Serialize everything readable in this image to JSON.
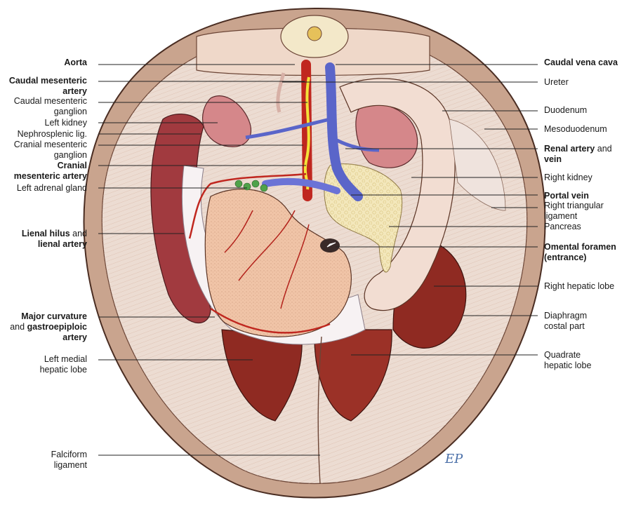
{
  "left_labels": [
    {
      "id": "aorta",
      "lines": [
        [
          {
            "t": "Aorta",
            "b": true
          }
        ]
      ]
    },
    {
      "id": "caudal-mesenteric-artery",
      "lines": [
        [
          {
            "t": "Caudal mesenteric",
            "b": true
          }
        ],
        [
          {
            "t": "artery",
            "b": true
          }
        ]
      ]
    },
    {
      "id": "caudal-mesenteric-ganglion",
      "lines": [
        [
          {
            "t": "Caudal mesenteric",
            "b": false
          }
        ],
        [
          {
            "t": "ganglion",
            "b": false
          }
        ]
      ]
    },
    {
      "id": "left-kidney",
      "lines": [
        [
          {
            "t": "Left kidney",
            "b": false
          }
        ]
      ]
    },
    {
      "id": "nephrosplenic-lig",
      "lines": [
        [
          {
            "t": "Nephrosplenic lig.",
            "b": false
          }
        ]
      ]
    },
    {
      "id": "cranial-mesenteric-ganglion",
      "lines": [
        [
          {
            "t": "Cranial mesenteric",
            "b": false
          }
        ],
        [
          {
            "t": "ganglion",
            "b": false
          }
        ]
      ]
    },
    {
      "id": "cranial-mesenteric-artery",
      "lines": [
        [
          {
            "t": "Cranial",
            "b": true
          }
        ],
        [
          {
            "t": "mesenteric artery",
            "b": true
          }
        ]
      ]
    },
    {
      "id": "left-adrenal-gland",
      "lines": [
        [
          {
            "t": "Left adrenal gland",
            "b": false
          }
        ]
      ]
    },
    {
      "id": "lienal-hilus",
      "lines": [
        [
          {
            "t": "Lienal hilus",
            "b": true
          },
          {
            "t": " and",
            "b": false
          }
        ],
        [
          {
            "t": "lienal artery",
            "b": true
          }
        ]
      ]
    },
    {
      "id": "major-curvature",
      "lines": [
        [
          {
            "t": "Major curvature",
            "b": true
          }
        ],
        [
          {
            "t": "and ",
            "b": false
          },
          {
            "t": "gastroepiploic",
            "b": true
          }
        ],
        [
          {
            "t": "artery",
            "b": true
          }
        ]
      ]
    },
    {
      "id": "left-medial-hepatic-lobe",
      "lines": [
        [
          {
            "t": "Left medial",
            "b": false
          }
        ],
        [
          {
            "t": "hepatic lobe",
            "b": false
          }
        ]
      ]
    },
    {
      "id": "falciform-ligament",
      "lines": [
        [
          {
            "t": "Falciform",
            "b": false
          }
        ],
        [
          {
            "t": "ligament",
            "b": false
          }
        ]
      ]
    }
  ],
  "right_labels": [
    {
      "id": "caudal-vena-cava",
      "lines": [
        [
          {
            "t": "Caudal vena cava",
            "b": true
          }
        ]
      ]
    },
    {
      "id": "ureter",
      "lines": [
        [
          {
            "t": "Ureter",
            "b": false
          }
        ]
      ]
    },
    {
      "id": "duodenum",
      "lines": [
        [
          {
            "t": "Duodenum",
            "b": false
          }
        ]
      ]
    },
    {
      "id": "mesoduodenum",
      "lines": [
        [
          {
            "t": "Mesoduodenum",
            "b": false
          }
        ]
      ]
    },
    {
      "id": "renal-artery-vein",
      "lines": [
        [
          {
            "t": "Renal artery",
            "b": true
          },
          {
            "t": " and",
            "b": false
          }
        ],
        [
          {
            "t": "vein",
            "b": true
          }
        ]
      ]
    },
    {
      "id": "right-kidney",
      "lines": [
        [
          {
            "t": "Right kidney",
            "b": false
          }
        ]
      ]
    },
    {
      "id": "portal-vein",
      "lines": [
        [
          {
            "t": "Portal vein",
            "b": true
          }
        ]
      ]
    },
    {
      "id": "right-triangular-ligament",
      "lines": [
        [
          {
            "t": "Right triangular",
            "b": false
          }
        ],
        [
          {
            "t": "ligament",
            "b": false
          }
        ]
      ]
    },
    {
      "id": "pancreas",
      "lines": [
        [
          {
            "t": "Pancreas",
            "b": false
          }
        ]
      ]
    },
    {
      "id": "omental-foramen",
      "lines": [
        [
          {
            "t": "Omental foramen",
            "b": true
          }
        ],
        [
          {
            "t": "(entrance)",
            "b": true
          }
        ]
      ]
    },
    {
      "id": "right-hepatic-lobe",
      "lines": [
        [
          {
            "t": "Right hepatic lobe",
            "b": false
          }
        ]
      ]
    },
    {
      "id": "diaphragm-costal-part",
      "lines": [
        [
          {
            "t": "Diaphragm",
            "b": false
          }
        ],
        [
          {
            "t": "costal part",
            "b": false
          }
        ]
      ]
    },
    {
      "id": "quadrate-hepatic-lobe",
      "lines": [
        [
          {
            "t": "Quadrate",
            "b": false
          }
        ],
        [
          {
            "t": "hepatic lobe",
            "b": false
          }
        ]
      ]
    }
  ],
  "signature": "EP",
  "colors": {
    "diaphragm": "#ecdcd2",
    "body_wall": "#c9a48e",
    "spleen": "#a13a3f",
    "liver": "#8f2a22",
    "stomach": "#f0c4a7",
    "kidney": "#d5878a",
    "duodenum": "#f2ddd2",
    "pancreas": "#f3e7bb",
    "aorta": "#c0271f",
    "vena_cava": "#5a65c9",
    "portal_vein": "#6b73d6",
    "nerve": "#f3e23a",
    "adrenal": "#4fa24a"
  }
}
